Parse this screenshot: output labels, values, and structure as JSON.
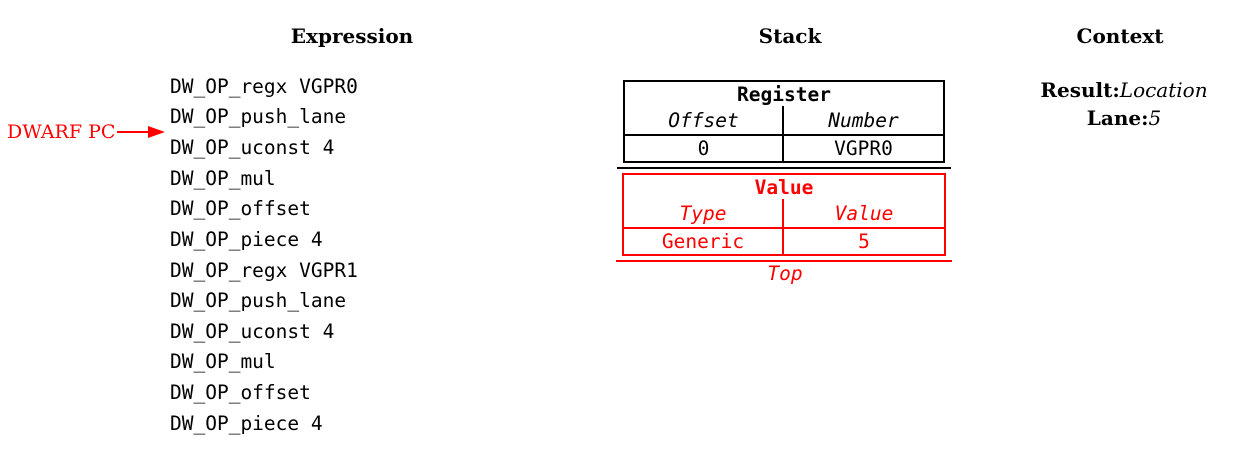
{
  "colors": {
    "red": "#ff0000",
    "black": "#000000",
    "background": "#ffffff"
  },
  "headers": {
    "expression": "Expression",
    "stack": "Stack",
    "context": "Context"
  },
  "expression": {
    "ops": [
      "DW_OP_regx VGPR0",
      "DW_OP_push_lane",
      "DW_OP_uconst 4",
      "DW_OP_mul",
      "DW_OP_offset",
      "DW_OP_piece 4",
      "DW_OP_regx VGPR1",
      "DW_OP_push_lane",
      "DW_OP_uconst 4",
      "DW_OP_mul",
      "DW_OP_offset",
      "DW_OP_piece 4"
    ]
  },
  "pc_marker": {
    "label": "DWARF PC"
  },
  "stack": {
    "register_entry": {
      "header": "Register",
      "col_headers": [
        "Offset",
        "Number"
      ],
      "values": [
        "0",
        "VGPR0"
      ]
    },
    "value_entry": {
      "header": "Value",
      "col_headers": [
        "Type",
        "Value"
      ],
      "values": [
        "Generic",
        "5"
      ]
    },
    "top_label": "Top"
  },
  "context": {
    "fields": [
      {
        "label": "Result:",
        "value": "Location"
      },
      {
        "label": "Lane:",
        "value": "5"
      }
    ]
  }
}
